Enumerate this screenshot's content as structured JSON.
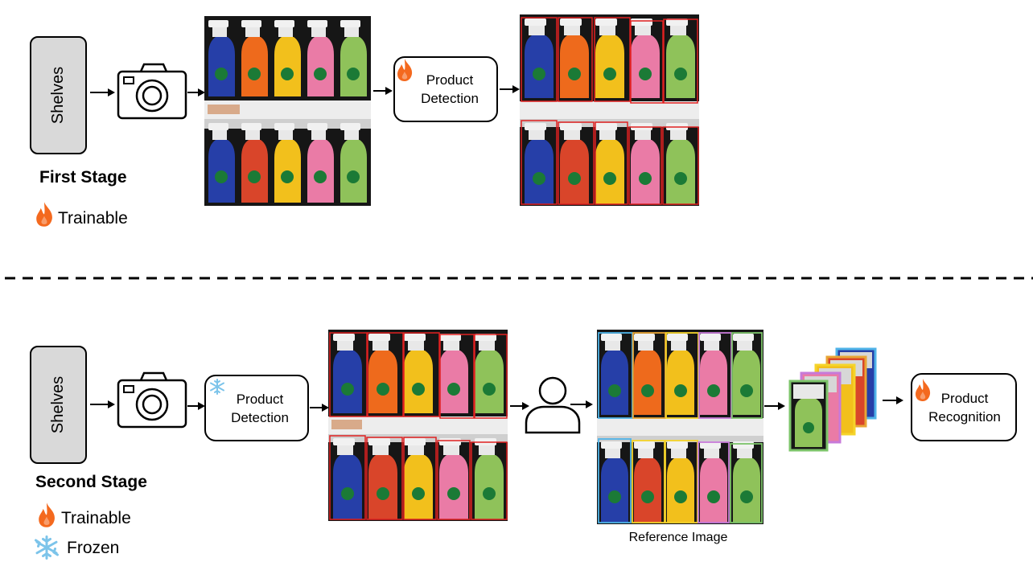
{
  "stage1": {
    "shelves_label": "Shelves",
    "detection_label_line1": "Product",
    "detection_label_line2": "Detection",
    "title": "First Stage",
    "legend": [
      {
        "icon": "fire-icon",
        "label": "Trainable"
      }
    ]
  },
  "stage2": {
    "shelves_label": "Shelves",
    "detection_label_line1": "Product",
    "detection_label_line2": "Detection",
    "recognition_label_line1": "Product",
    "recognition_label_line2": "Recognition",
    "reference_caption": "Reference Image",
    "title": "Second Stage",
    "legend": [
      {
        "icon": "fire-icon",
        "label": "Trainable"
      },
      {
        "icon": "snowflake-icon",
        "label": "Frozen"
      }
    ]
  },
  "colors": {
    "shelf_bg": "#d9d9d9",
    "fire": "#f4691e",
    "snowflake": "#7cc4ea",
    "detection_box": "#e02020",
    "crop_borders": [
      "#7cc46a",
      "#c77ad9",
      "#f5d42a",
      "#e8a535",
      "#4fb3e8"
    ]
  }
}
